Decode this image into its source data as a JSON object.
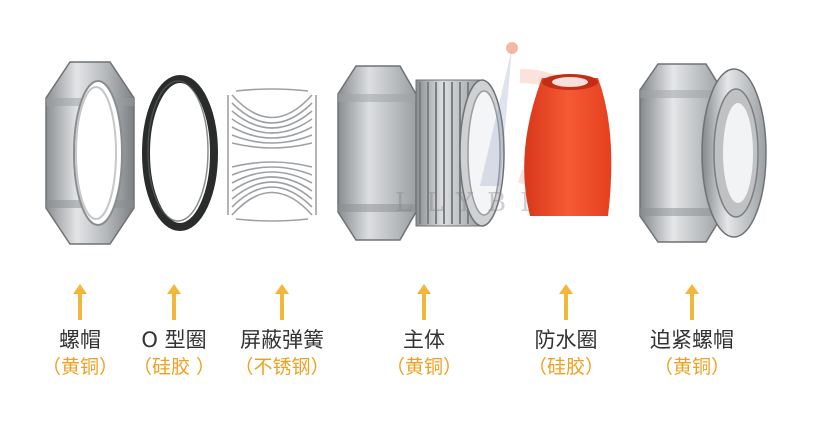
{
  "colors": {
    "metal_light": "#d6d8da",
    "metal_mid": "#a8abae",
    "metal_dark": "#6f7275",
    "oring": "#2a2c2c",
    "seal": "#ef4a26",
    "arrow": "#f2b63a",
    "material_text": "#f0a020",
    "name_text": "#333333"
  },
  "watermark": {
    "text": "LLYBFG"
  },
  "parts": [
    {
      "id": "nut",
      "name": "螺帽",
      "material": "（黄铜）",
      "icon": "hex-nut-icon"
    },
    {
      "id": "oring",
      "name": "O 型圈",
      "material": "（硅胶 ）",
      "icon": "o-ring-icon"
    },
    {
      "id": "spring",
      "name": "屏蔽弹簧",
      "material": "（不锈钢）",
      "icon": "spring-icon"
    },
    {
      "id": "body",
      "name": "主体",
      "material": "（黄铜）",
      "icon": "threaded-body-icon"
    },
    {
      "id": "seal",
      "name": "防水圈",
      "material": "（硅胶）",
      "icon": "seal-ring-icon"
    },
    {
      "id": "cap",
      "name": "迫紧螺帽",
      "material": "（黄铜）",
      "icon": "dome-cap-icon"
    }
  ]
}
